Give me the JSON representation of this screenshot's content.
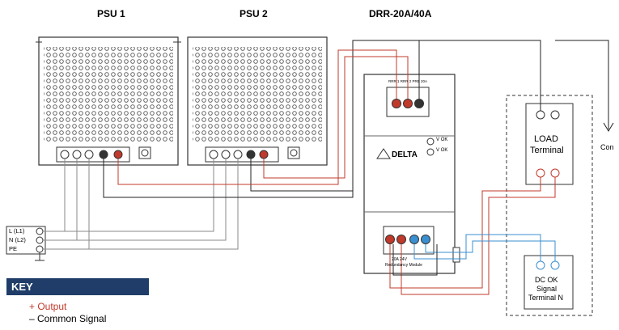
{
  "headers": {
    "psu1": "PSU 1",
    "psu2": "PSU 2",
    "drr": "DRR-20A/40A"
  },
  "input_terminal": {
    "line": "L (L1)",
    "neutral": "N (L2)",
    "earth": "PE"
  },
  "module": {
    "brand": "DELTA",
    "vin1_ok": "V",
    "vin2_ok": "V",
    "ok_suffix": "OK",
    "top_terminal_label": "RRR 1 RRR 2 PRE 20A",
    "bottom_label_1": "20A 24V",
    "bottom_label_2": "Redundancy Module"
  },
  "load": {
    "line1": "LOAD",
    "line2": "Terminal"
  },
  "signal": {
    "line1": "DC OK",
    "line2": "Signal",
    "line3": "Terminal N"
  },
  "side_text": "Con",
  "key": {
    "title": "KEY",
    "output": "+ Output",
    "common": "– Common Signal"
  },
  "colors": {
    "output_wire": "#c0392b",
    "common_wire": "#222222",
    "signal_wire": "#3a8fd0",
    "ac_wire": "#8a8a8a",
    "key_header": "#1f3d68",
    "key_output_text": "#c0392b"
  }
}
